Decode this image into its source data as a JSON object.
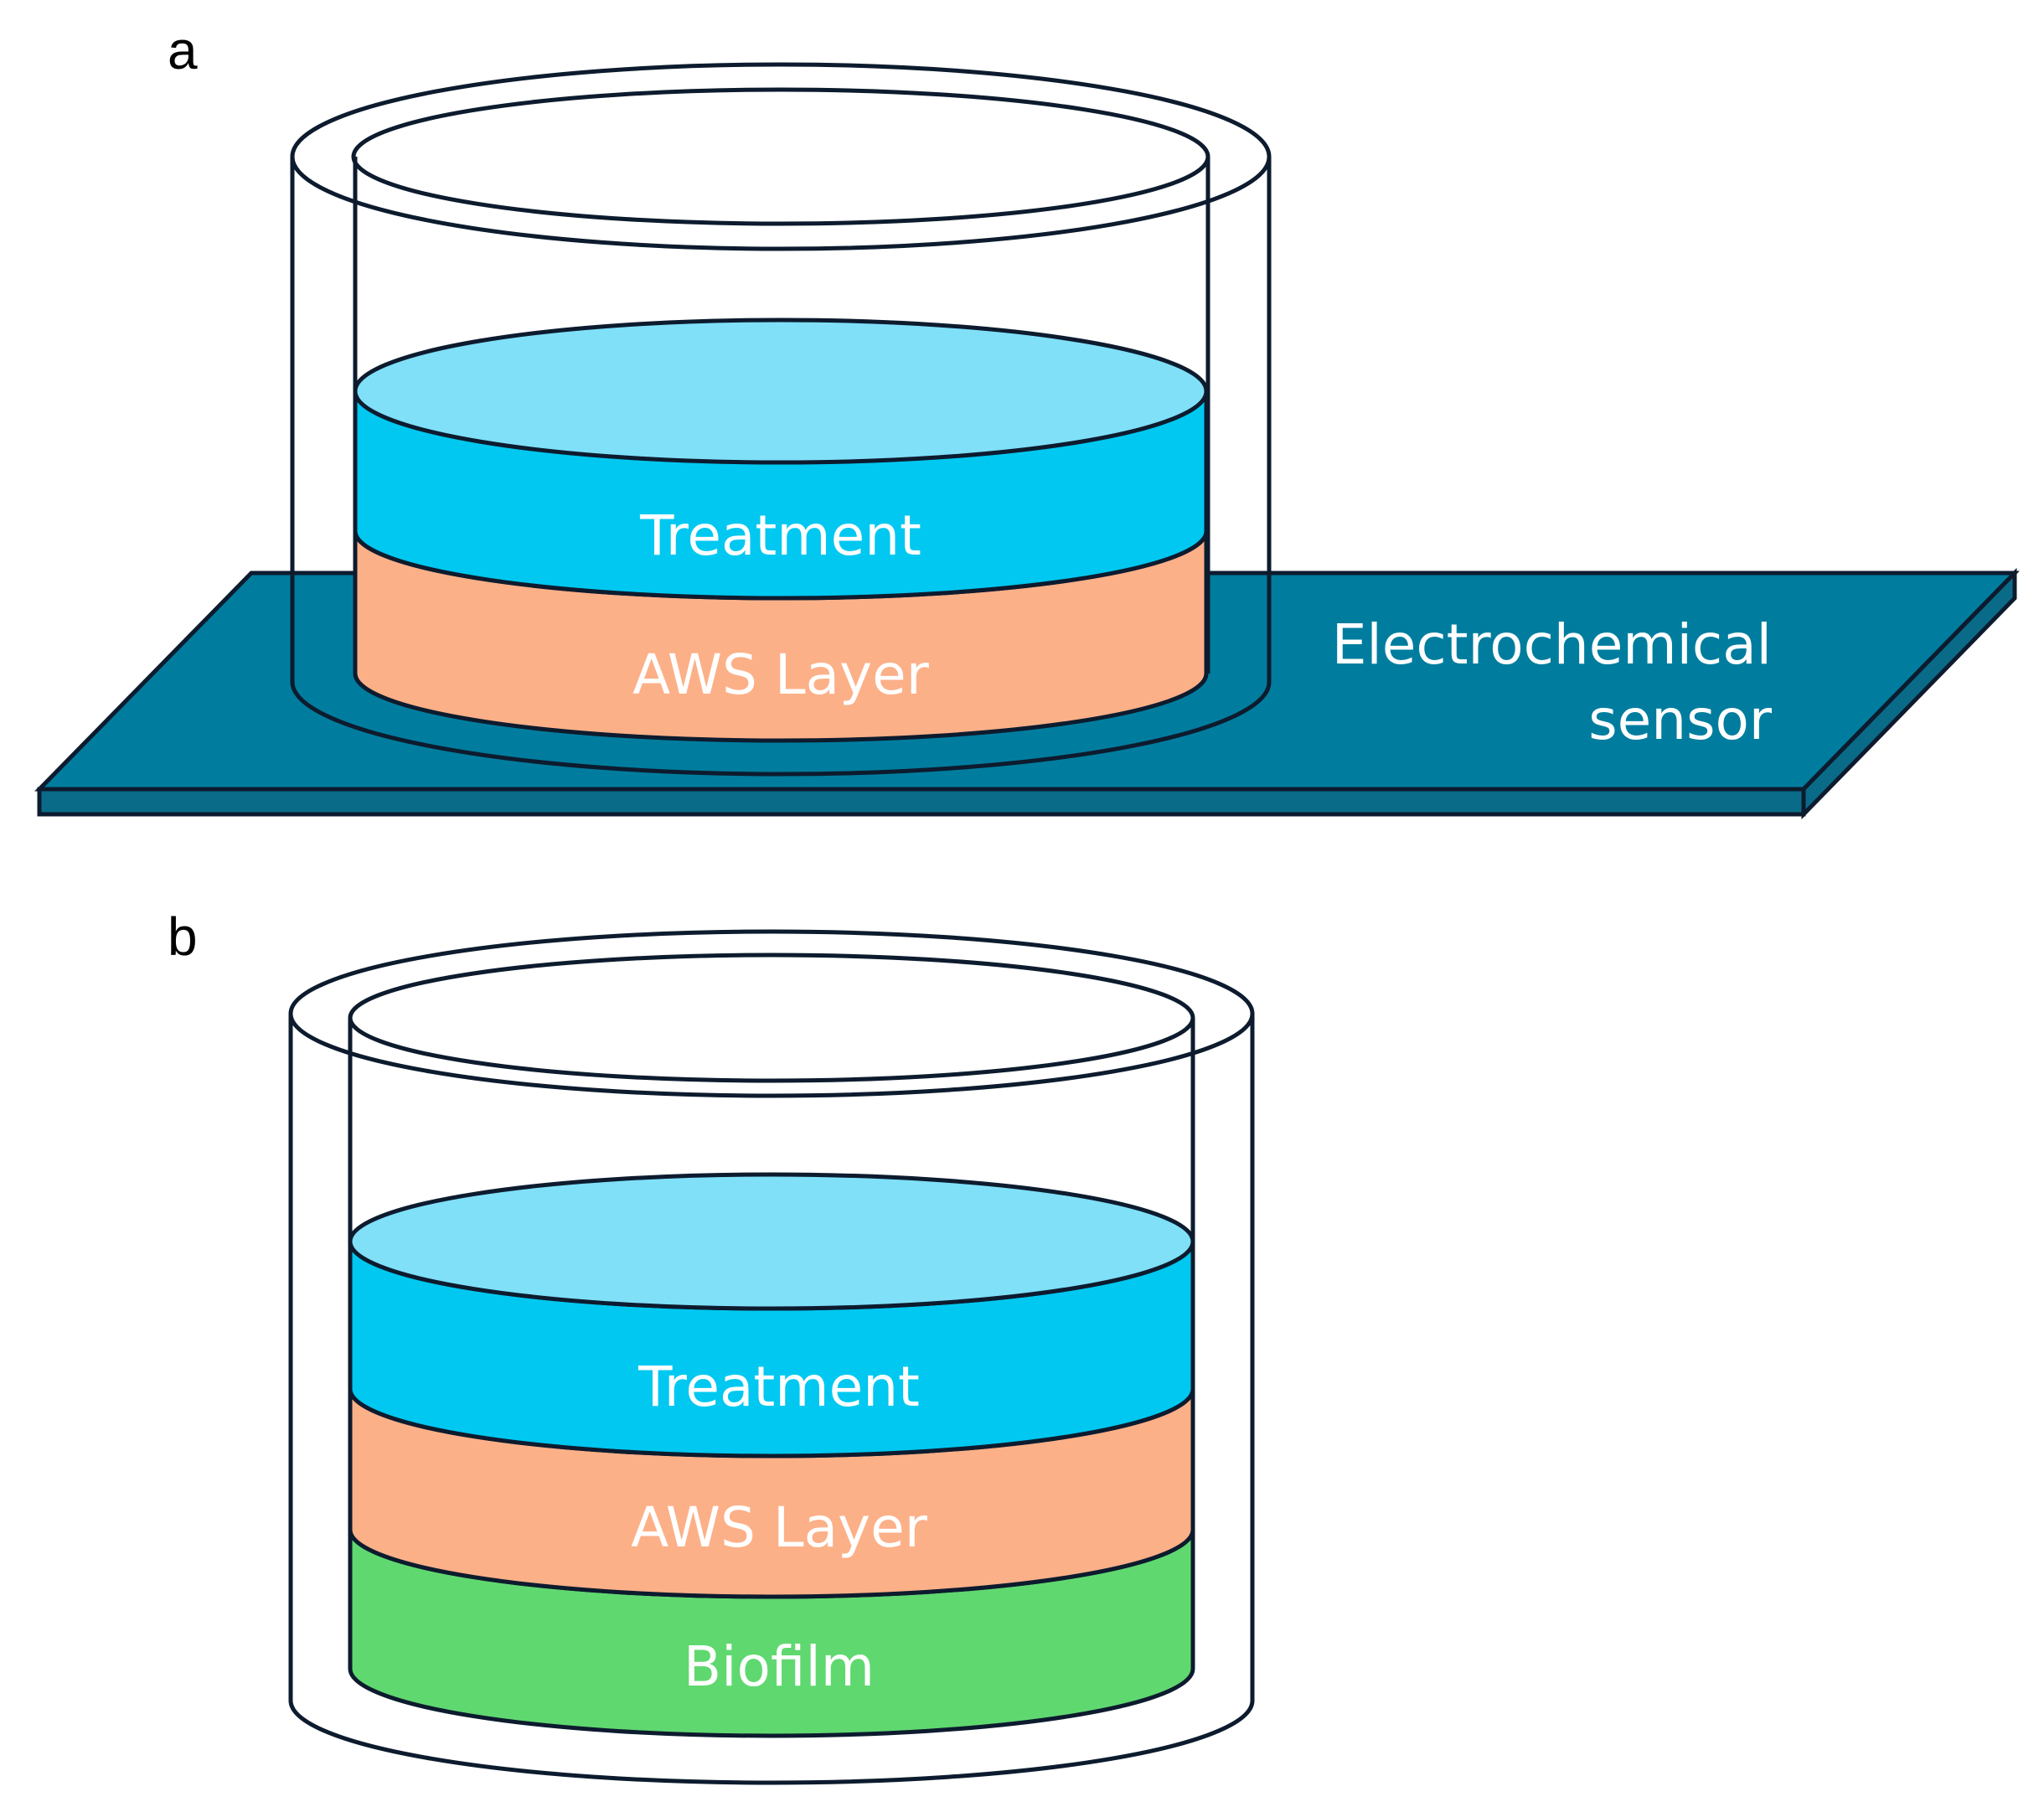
{
  "panel_a": {
    "letter": "a",
    "layers": {
      "treatment": "Treatment",
      "aws": "AWS Layer"
    },
    "sensor_label_line1": "Electrochemical",
    "sensor_label_line2": "sensor"
  },
  "panel_b": {
    "letter": "b",
    "layers": {
      "treatment": "Treatment",
      "aws": "AWS Layer",
      "biofilm": "Biofilm"
    }
  },
  "colors": {
    "treatment_top": "#7fe0f8",
    "treatment_side": "#00c8f0",
    "aws": "#fcb088",
    "biofilm": "#60d870",
    "sensor_top": "#007d9e",
    "sensor_edge": "#0a6b88",
    "outline": "#0d1b2e"
  }
}
